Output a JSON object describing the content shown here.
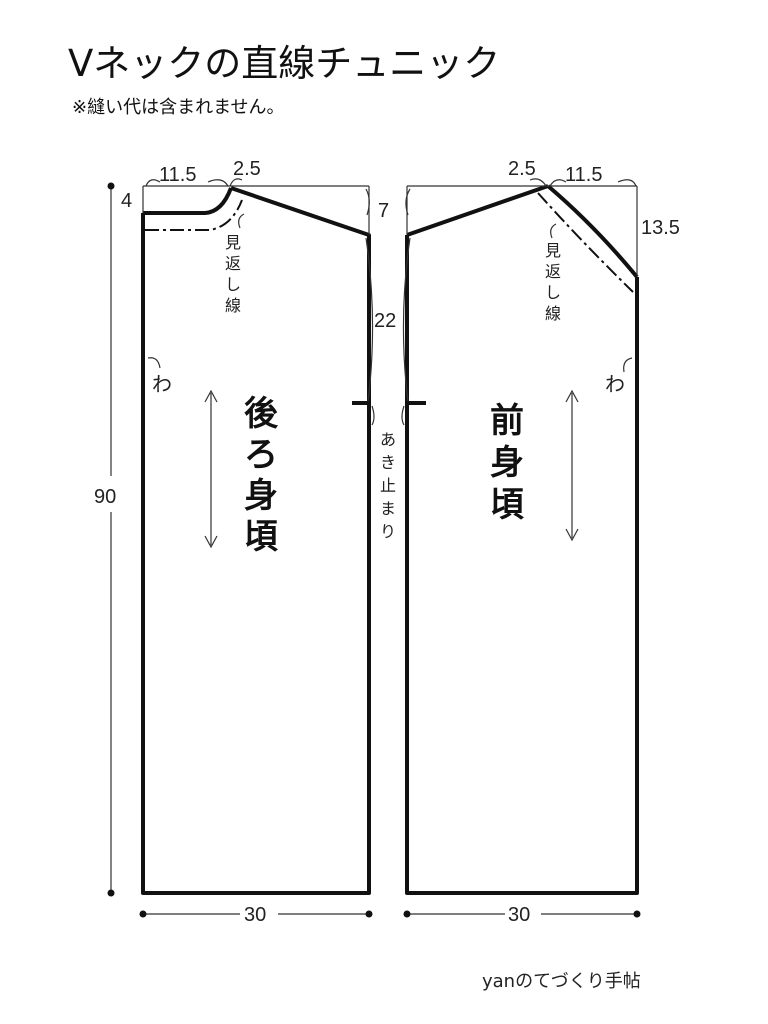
{
  "title": "Vネックの直線チュニック",
  "note": "※縫い代は含まれません。",
  "back": {
    "name_chars": [
      "後",
      "ろ",
      "身",
      "頃"
    ],
    "facing_chars": [
      "見",
      "返",
      "し",
      "線"
    ],
    "fold": "わ",
    "dims": {
      "shoulder_width": "11.5",
      "neck_width": "2.5",
      "neck_depth": "4",
      "shoulder_drop": "7",
      "length": "90",
      "width": "30"
    }
  },
  "front": {
    "name_chars": [
      "前",
      "身",
      "頃"
    ],
    "facing_chars": [
      "見",
      "返",
      "し",
      "線"
    ],
    "fold": "わ",
    "dims": {
      "shoulder_width": "11.5",
      "neck_width": "2.5",
      "neck_depth": "13.5",
      "width": "30"
    }
  },
  "side_opening": "22",
  "stop_chars": [
    "あ",
    "き",
    "止",
    "ま",
    "り"
  ],
  "credit": "yanのてづくり手帖"
}
